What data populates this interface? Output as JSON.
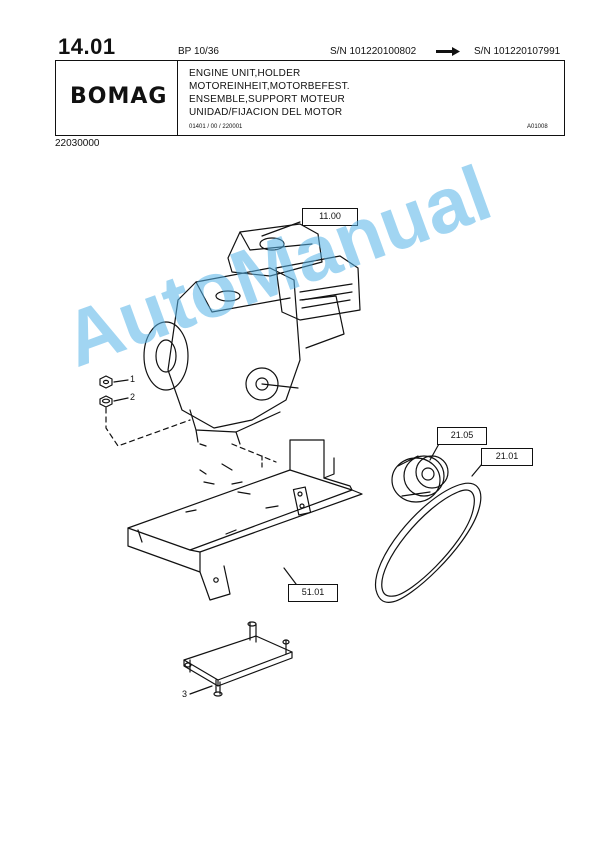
{
  "header": {
    "page_number": "14.01",
    "model": "BP 10/36",
    "serial_from": "S/N 101220100802",
    "serial_to": "S/N 101220107991",
    "brand": "BOMAG",
    "titles": [
      "ENGINE UNIT,HOLDER",
      "MOTOREINHEIT,MOTORBEFEST.",
      "ENSEMBLE,SUPPORT MOTEUR",
      "UNIDAD/FIJACION DEL MOTOR"
    ],
    "doc_ref": "01401 / 00 / 220001",
    "drawing_ref": "A01008",
    "doc_number": "22030000"
  },
  "labels": {
    "engine": "11.00",
    "pulley": "21.05",
    "belt": "21.01",
    "holder": "51.01",
    "callout_1": "1",
    "callout_2": "2",
    "callout_3": "3"
  },
  "watermark": "AutoManual"
}
